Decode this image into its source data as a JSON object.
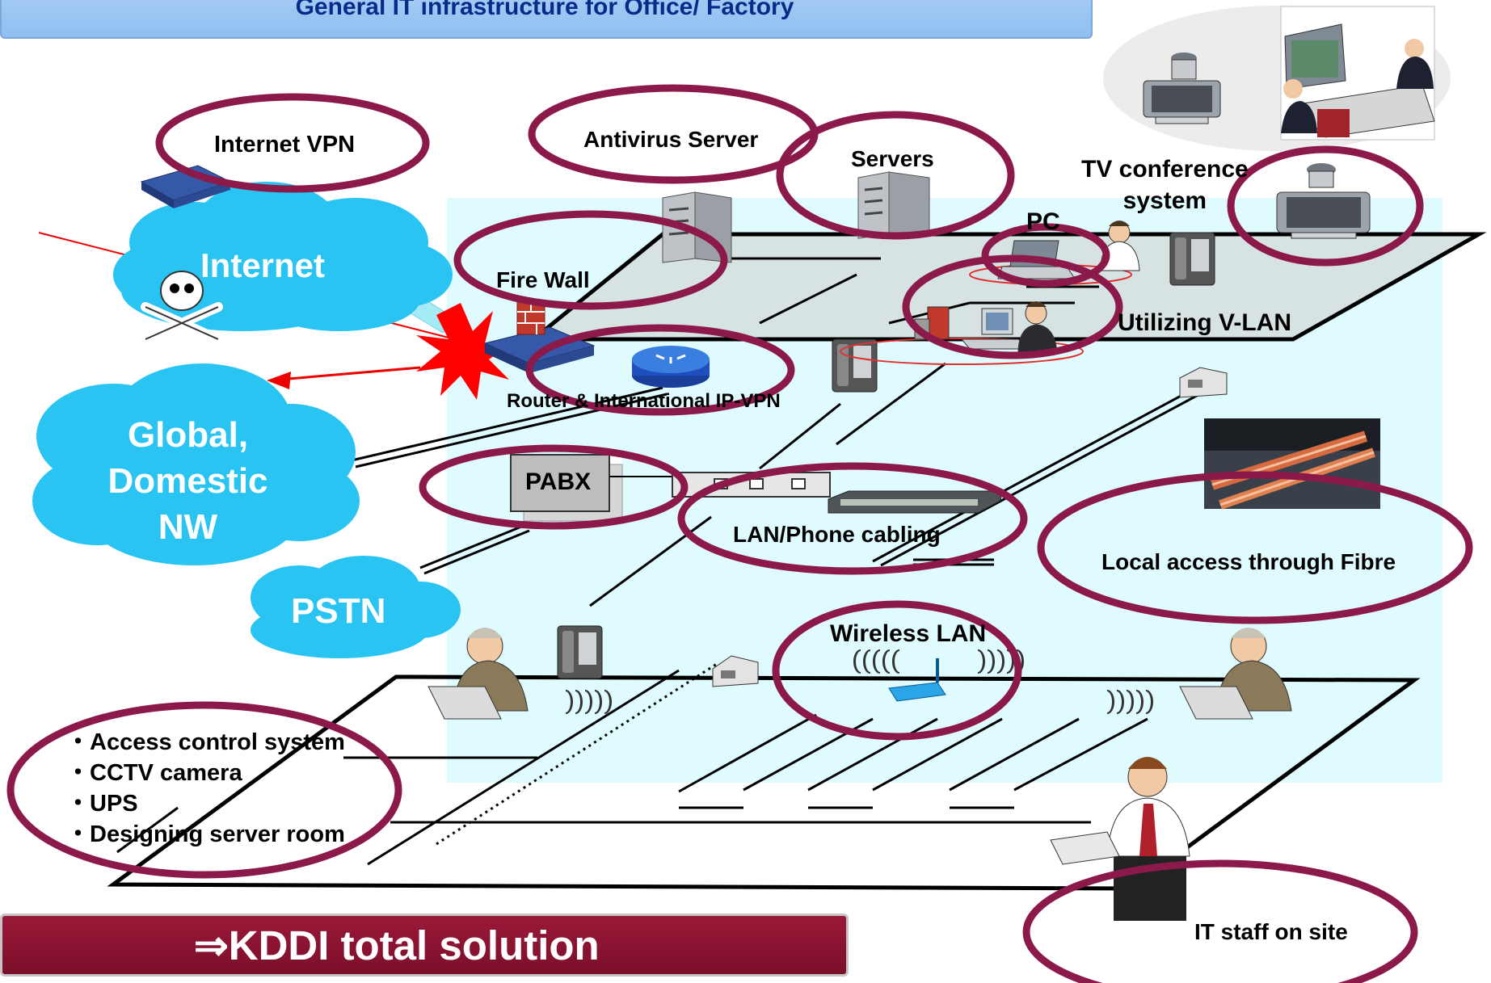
{
  "title": "General IT infrastructure for Office/ Factory",
  "clouds": {
    "internet": "Internet",
    "global_line1": "Global,",
    "global_line2": "Domestic",
    "global_line3": "NW",
    "pstn": "PSTN"
  },
  "labels": {
    "internet_vpn": "Internet VPN",
    "antivirus_server": "Antivirus Server",
    "servers": "Servers",
    "tv_conference_line1": "TV conference",
    "tv_conference_line2": "system",
    "pc": "PC",
    "fire_wall": "Fire Wall",
    "utilizing_vlan": "Utilizing V-LAN",
    "router_ipvpn": "Router & International IP-VPN",
    "pabx": "PABX",
    "lan_phone_cabling": "LAN/Phone cabling",
    "local_access_fibre": "Local access through Fibre",
    "wireless_lan": "Wireless LAN",
    "it_staff": "IT staff on site"
  },
  "bullets": [
    "・Access  control system",
    "・CCTV camera",
    "・UPS",
    "・Designing server room"
  ],
  "footer": "⇒KDDI total solution",
  "colors": {
    "highlight_ellipse": "#8b1a4a",
    "cloud": "#29c4f2",
    "building_fill": "#dffbfd",
    "footer_bar": "#8a1232"
  }
}
